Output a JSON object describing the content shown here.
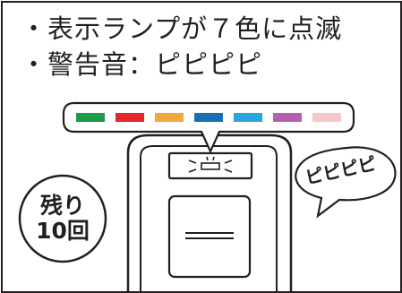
{
  "instructions": [
    {
      "bullet": "・",
      "text": "表示ランプが７色に点滅"
    },
    {
      "bullet": "・",
      "text": "警告音：ピピピピ"
    }
  ],
  "lamp_colors": [
    "#1e9a4b",
    "#e3262c",
    "#f2a83c",
    "#1a6fb5",
    "#2aa6de",
    "#b95db1",
    "#f6c8cc"
  ],
  "sound_effect": "ピピピピ",
  "remaining_badge": {
    "line1": "残り",
    "line2": "10回"
  },
  "colors": {
    "ink": "#231f20"
  }
}
